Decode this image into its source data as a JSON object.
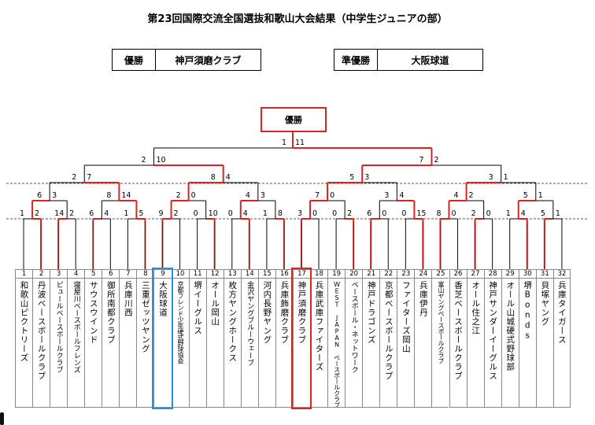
{
  "title": "第23回国際交流全国選抜和歌山大会結果（中学生ジュニアの部）",
  "results": {
    "winner_label": "優勝",
    "winner": "神戸須磨クラブ",
    "runner_up_label": "準優勝",
    "runner_up": "大阪球道"
  },
  "champion_box": "優勝",
  "teams": [
    {
      "no": "1",
      "name": "和歌山ピクトリーズ"
    },
    {
      "no": "2",
      "name": "丹波ベースボールクラブ"
    },
    {
      "no": "3",
      "name": "ピュールベースボールクラブ"
    },
    {
      "no": "4",
      "name": "寝屋川ベースボールフレンズ"
    },
    {
      "no": "5",
      "name": "サウスウインド"
    },
    {
      "no": "6",
      "name": "御所南都クラブ"
    },
    {
      "no": "7",
      "name": "兵庫川西"
    },
    {
      "no": "8",
      "name": "三重ゼッツヤング"
    },
    {
      "no": "9",
      "name": "大阪球道"
    },
    {
      "no": "10",
      "name": "京都フレンド少年硬式野球協会"
    },
    {
      "no": "11",
      "name": "堺イーグルス"
    },
    {
      "no": "12",
      "name": "オール岡山"
    },
    {
      "no": "13",
      "name": "枚方ヤングホークス"
    },
    {
      "no": "14",
      "name": "金沢ヤングブルーウェーブ"
    },
    {
      "no": "15",
      "name": "河内長野ヤング"
    },
    {
      "no": "16",
      "name": "兵庫飾磨クラブ"
    },
    {
      "no": "17",
      "name": "神戸須磨クラブ"
    },
    {
      "no": "18",
      "name": "兵庫武庫ファイターズ"
    },
    {
      "no": "19",
      "name": "WEST JAPAN ベースボールクラブ"
    },
    {
      "no": "20",
      "name": "ベースボール・ネットワーク"
    },
    {
      "no": "21",
      "name": "神戸ドラゴンズ"
    },
    {
      "no": "22",
      "name": "京都ベースボールクラブ"
    },
    {
      "no": "23",
      "name": "ファイターズ岡山"
    },
    {
      "no": "24",
      "name": "兵庫伊丹"
    },
    {
      "no": "25",
      "name": "富山ヤングベースボールクラブ"
    },
    {
      "no": "26",
      "name": "香芝ベースボールクラブ"
    },
    {
      "no": "27",
      "name": "オール住之江"
    },
    {
      "no": "28",
      "name": "神戸サンダーイーグルス"
    },
    {
      "no": "29",
      "name": "オール山城硬式野球部"
    },
    {
      "no": "30",
      "name": "堺Bonds"
    },
    {
      "no": "31",
      "name": "貝塚ヤング"
    },
    {
      "no": "32",
      "name": "兵庫タイガース"
    }
  ],
  "scores": {
    "r1": [
      [
        "1",
        "2"
      ],
      [
        "14",
        "2"
      ],
      [
        "6",
        "4"
      ],
      [
        "1",
        "5"
      ],
      [
        "9",
        "2"
      ],
      [
        "0",
        "10"
      ],
      [
        "0",
        "4"
      ],
      [
        "1",
        "8"
      ],
      [
        "3",
        "0"
      ],
      [
        "0",
        "2"
      ],
      [
        "6",
        "0"
      ],
      [
        "0",
        "15"
      ],
      [
        "8",
        "0"
      ],
      [
        "2",
        "0"
      ],
      [
        "1",
        "4"
      ],
      [
        "5",
        "1"
      ]
    ],
    "r2": [
      [
        "6",
        "3"
      ],
      [
        "8",
        "14"
      ],
      [
        "2",
        "0"
      ],
      [
        "4",
        "3"
      ],
      [
        "7",
        "0"
      ],
      [
        "3",
        "4"
      ],
      [
        "4",
        "2"
      ],
      [
        "5",
        "1"
      ]
    ],
    "r3": [
      [
        "2",
        "7"
      ],
      [
        "8",
        "4"
      ],
      [
        "5",
        "3"
      ],
      [
        "3",
        "1"
      ]
    ],
    "r4": [
      [
        "2",
        "10"
      ],
      [
        "7",
        "2"
      ]
    ],
    "final": [
      "1",
      "11"
    ]
  }
}
